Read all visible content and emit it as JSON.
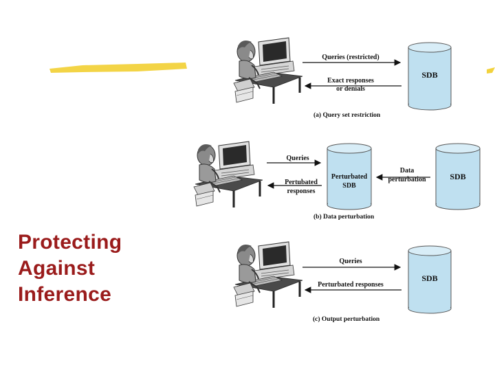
{
  "slide": {
    "title_lines": [
      "Protecting",
      "Against",
      "Inference"
    ],
    "title_color": "#9a1b1b",
    "accent_color": "#f2d23c",
    "db_fill_color": "#bfe0f0"
  },
  "panels": {
    "a": {
      "query_label": "Queries (restricted)",
      "response_line1": "Exact responses",
      "response_line2": "or denials",
      "db_label": "SDB",
      "caption": "(a) Query set restriction"
    },
    "b": {
      "query_label": "Queries",
      "response_line1": "Pertubated",
      "response_line2": "responses",
      "perturbed_db_line1": "Perturbated",
      "perturbed_db_line2": "SDB",
      "pert_label_line1": "Data",
      "pert_label_line2": "perturbation",
      "db_label": "SDB",
      "caption": "(b) Data perturbation"
    },
    "c": {
      "query_label": "Queries",
      "response_label": "Perturbated responses",
      "db_label": "SDB",
      "caption": "(c) Output perturbation"
    }
  }
}
